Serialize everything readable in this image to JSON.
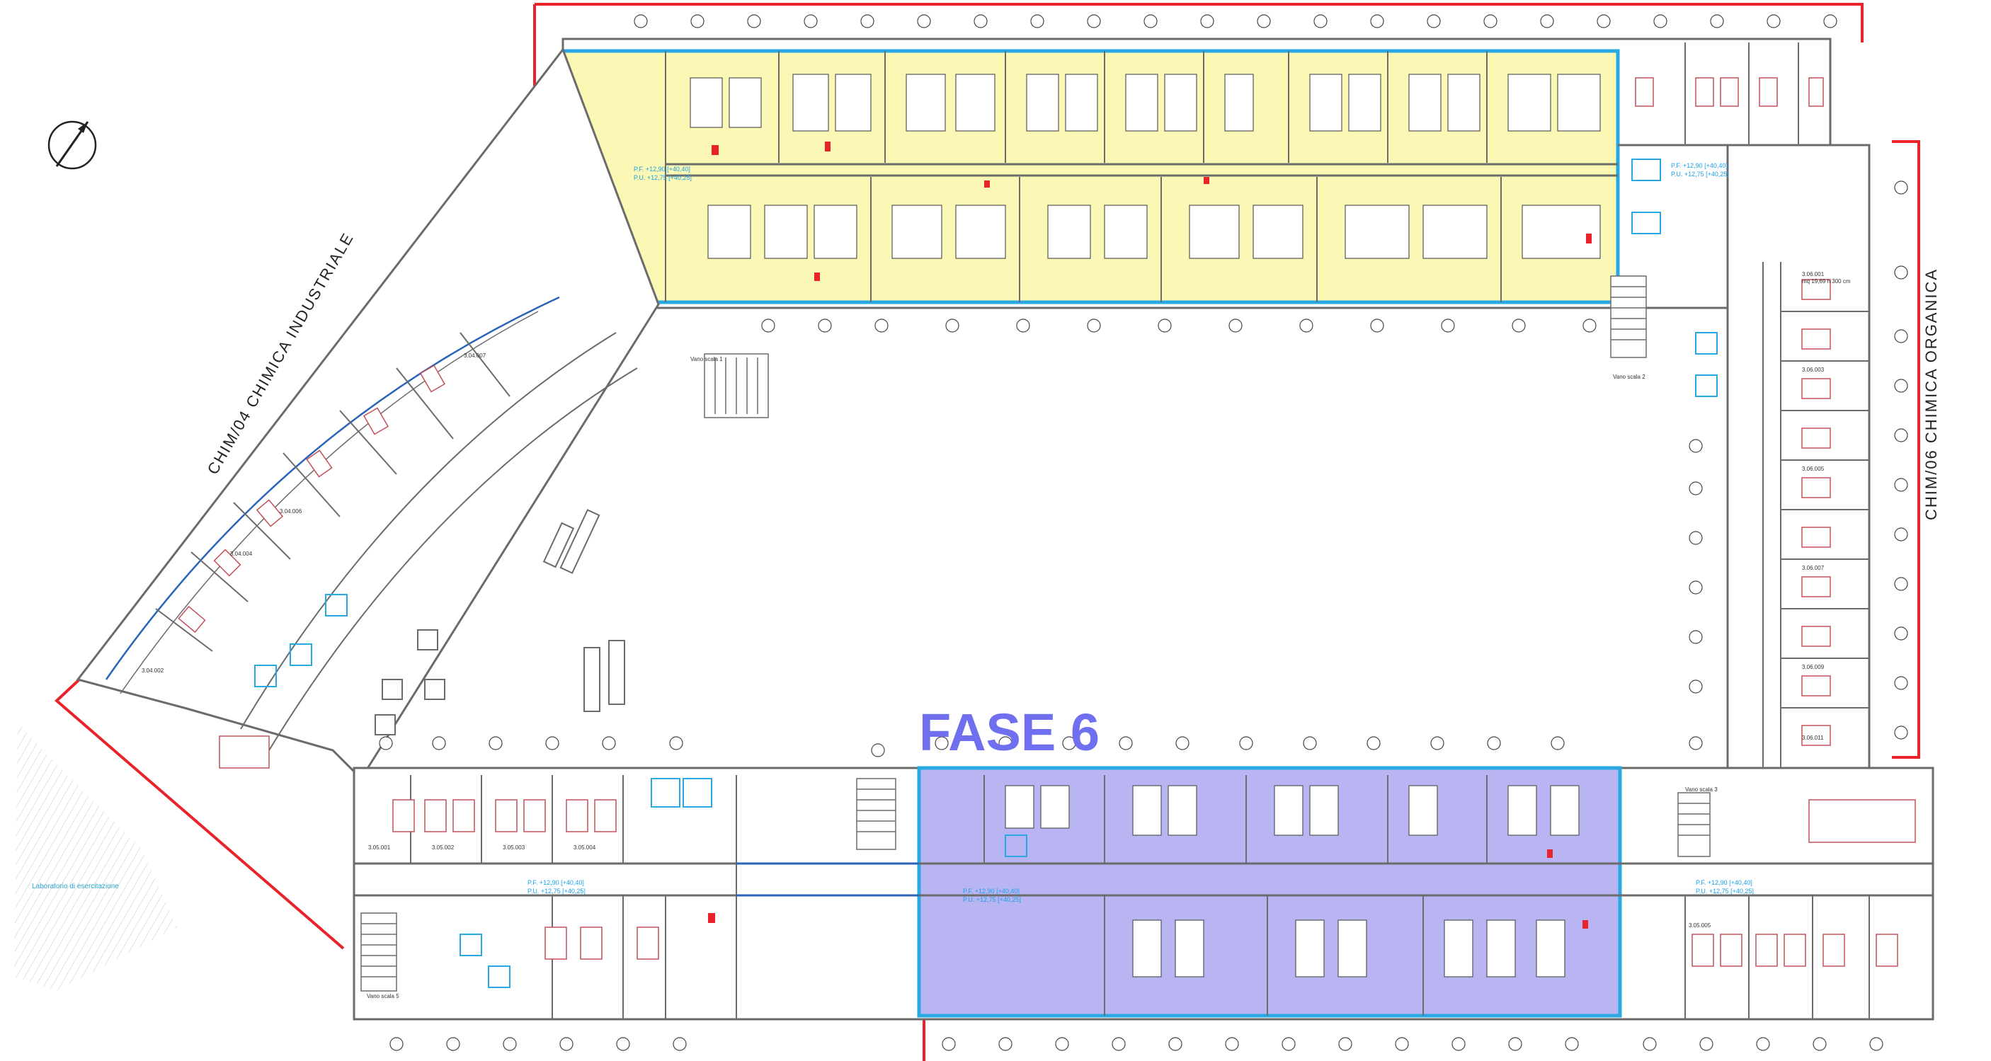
{
  "labels": {
    "fase": "FASE 6",
    "dept_left": "CHIM/04  CHIMICA INDUSTRIALE",
    "dept_right": "CHIM/06  CHIMICA ORGANICA",
    "pf_top_left": "P.F. +12,90 [+40,40]",
    "pf_top_left_2": "P.U. +12,75 [+40,25]",
    "pf_top_right": "P.F. +12,90 [+40,40]",
    "pf_top_right_2": "P.U. +12,75 [+40,25]",
    "pf_mid_left": "P.F. +12,90 [+40,40]",
    "pf_mid_left_2": "P.U. +12,75 [+40,25]",
    "pf_bottom_fase": "P.F. +12,90 [+40,40]",
    "pf_bottom_fase_2": "P.U. +12,75 [+40,25]",
    "pf_bottom_right": "P.F. +12,90 [+40,40]",
    "pf_bottom_right_2": "P.U. +12,75 [+40,25]",
    "stair_1": "Vano scala 1",
    "stair_2": "Vano scala 2",
    "stair_3": "Vano scala 3",
    "stair_5": "Vano scala 5",
    "room_a": "3.04.007",
    "room_b": "3.04.006",
    "room_c": "3.04.004",
    "room_d": "3.04.002",
    "room_e": "3.06.001",
    "room_f": "3.06.003",
    "room_g": "3.06.005",
    "room_h": "3.06.007",
    "room_i": "3.06.009",
    "room_j": "3.06.011",
    "room_k": "3.05.001",
    "room_l": "3.05.002",
    "room_m": "3.05.003",
    "room_n": "3.05.004",
    "room_o": "3.05.005",
    "mq_text": "mq 19,69  h 300 cm",
    "green_note": "Laboratorio di esercitazione"
  },
  "colors": {
    "yellow_zone": "#fbf7b4",
    "blue_zone": "#b9b4f2",
    "cyan_frame": "#29a9e3",
    "red_boundary": "#e8232a",
    "wall": "#6b6b6b"
  }
}
